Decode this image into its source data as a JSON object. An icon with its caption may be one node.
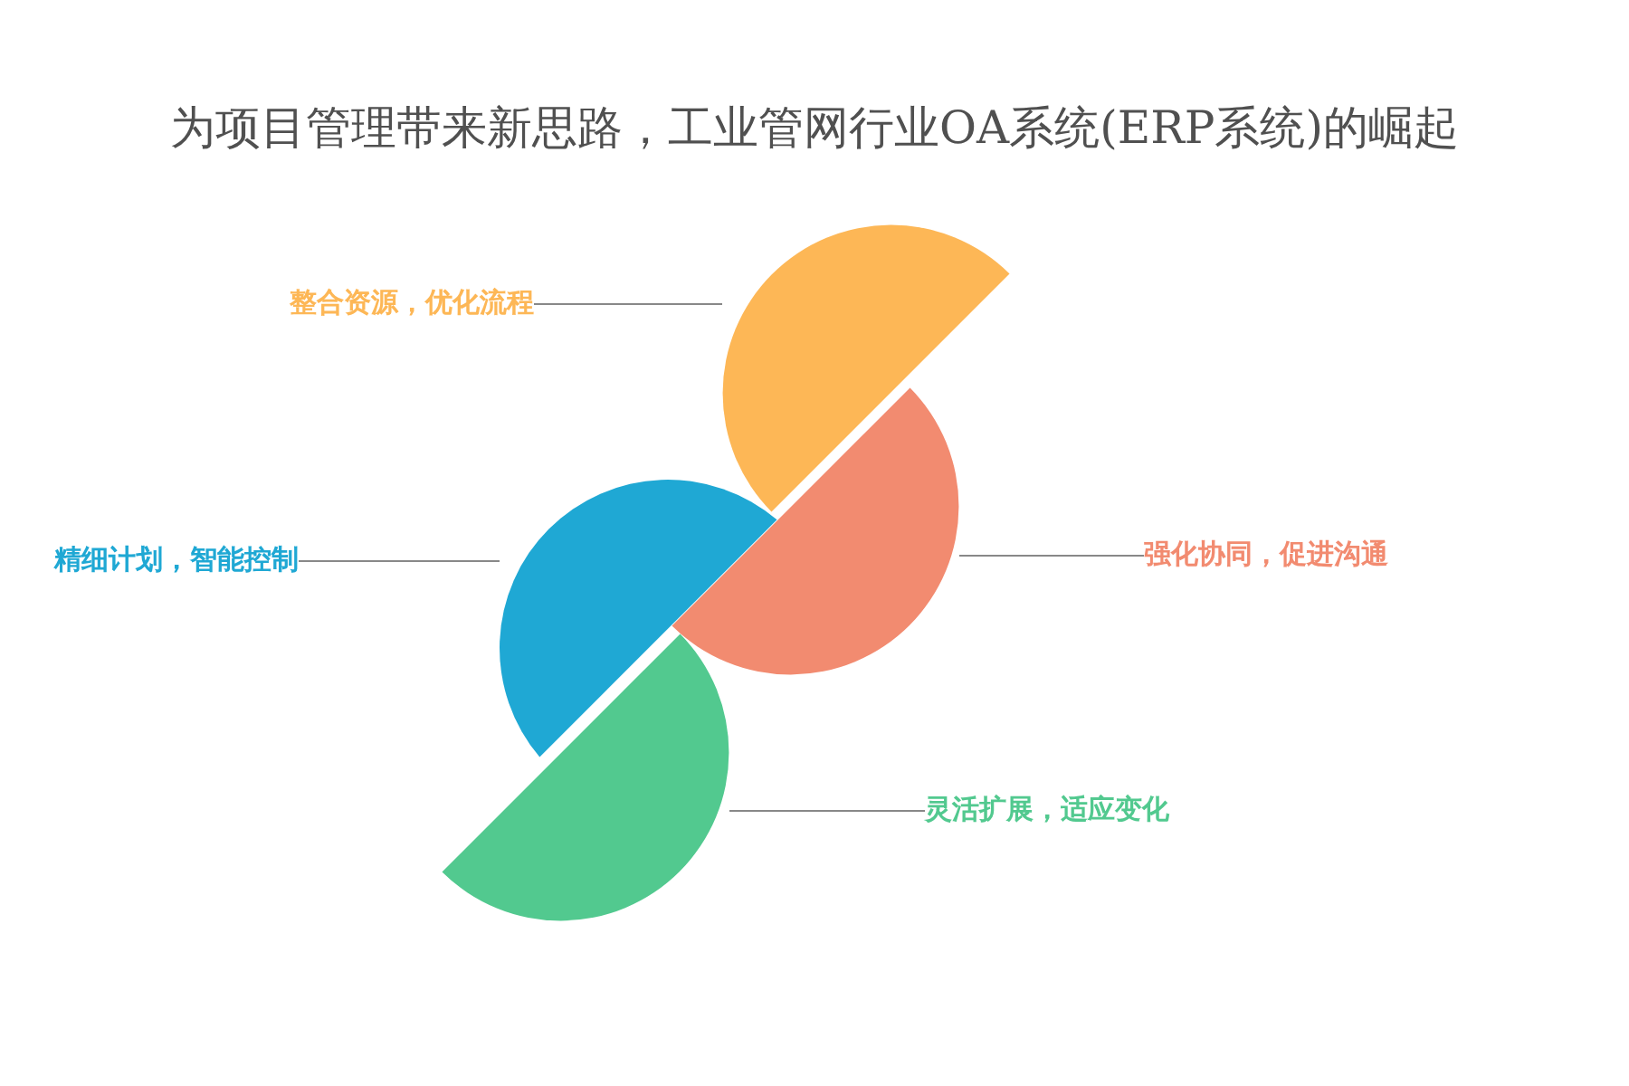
{
  "diagram": {
    "title": "为项目管理带来新思路，工业管网行业OA系统(ERP系统)的崛起",
    "nodes": [
      {
        "text": [
          "整合资源，优化流程"
        ]
      },
      {
        "text": [],
        "shape": "semicircle"
      },
      {
        "text": [
          "精细计划，智能控制"
        ]
      },
      {
        "text": [],
        "shape": "semicircle"
      },
      {
        "text": [
          "强化协同，促进沟通"
        ]
      },
      {
        "text": [],
        "shape": "semicircle"
      },
      {
        "text": [
          "灵活扩展，适应变化"
        ]
      },
      {
        "text": [],
        "shape": "semicircle"
      }
    ],
    "edges": [
      {
        "from": 0,
        "to": 1,
        "arrow": "none"
      },
      {
        "from": 2,
        "to": 3,
        "arrow": "none"
      },
      {
        "from": 4,
        "to": 5,
        "arrow": "none"
      },
      {
        "from": 6,
        "to": 7,
        "arrow": "none"
      }
    ]
  }
}
